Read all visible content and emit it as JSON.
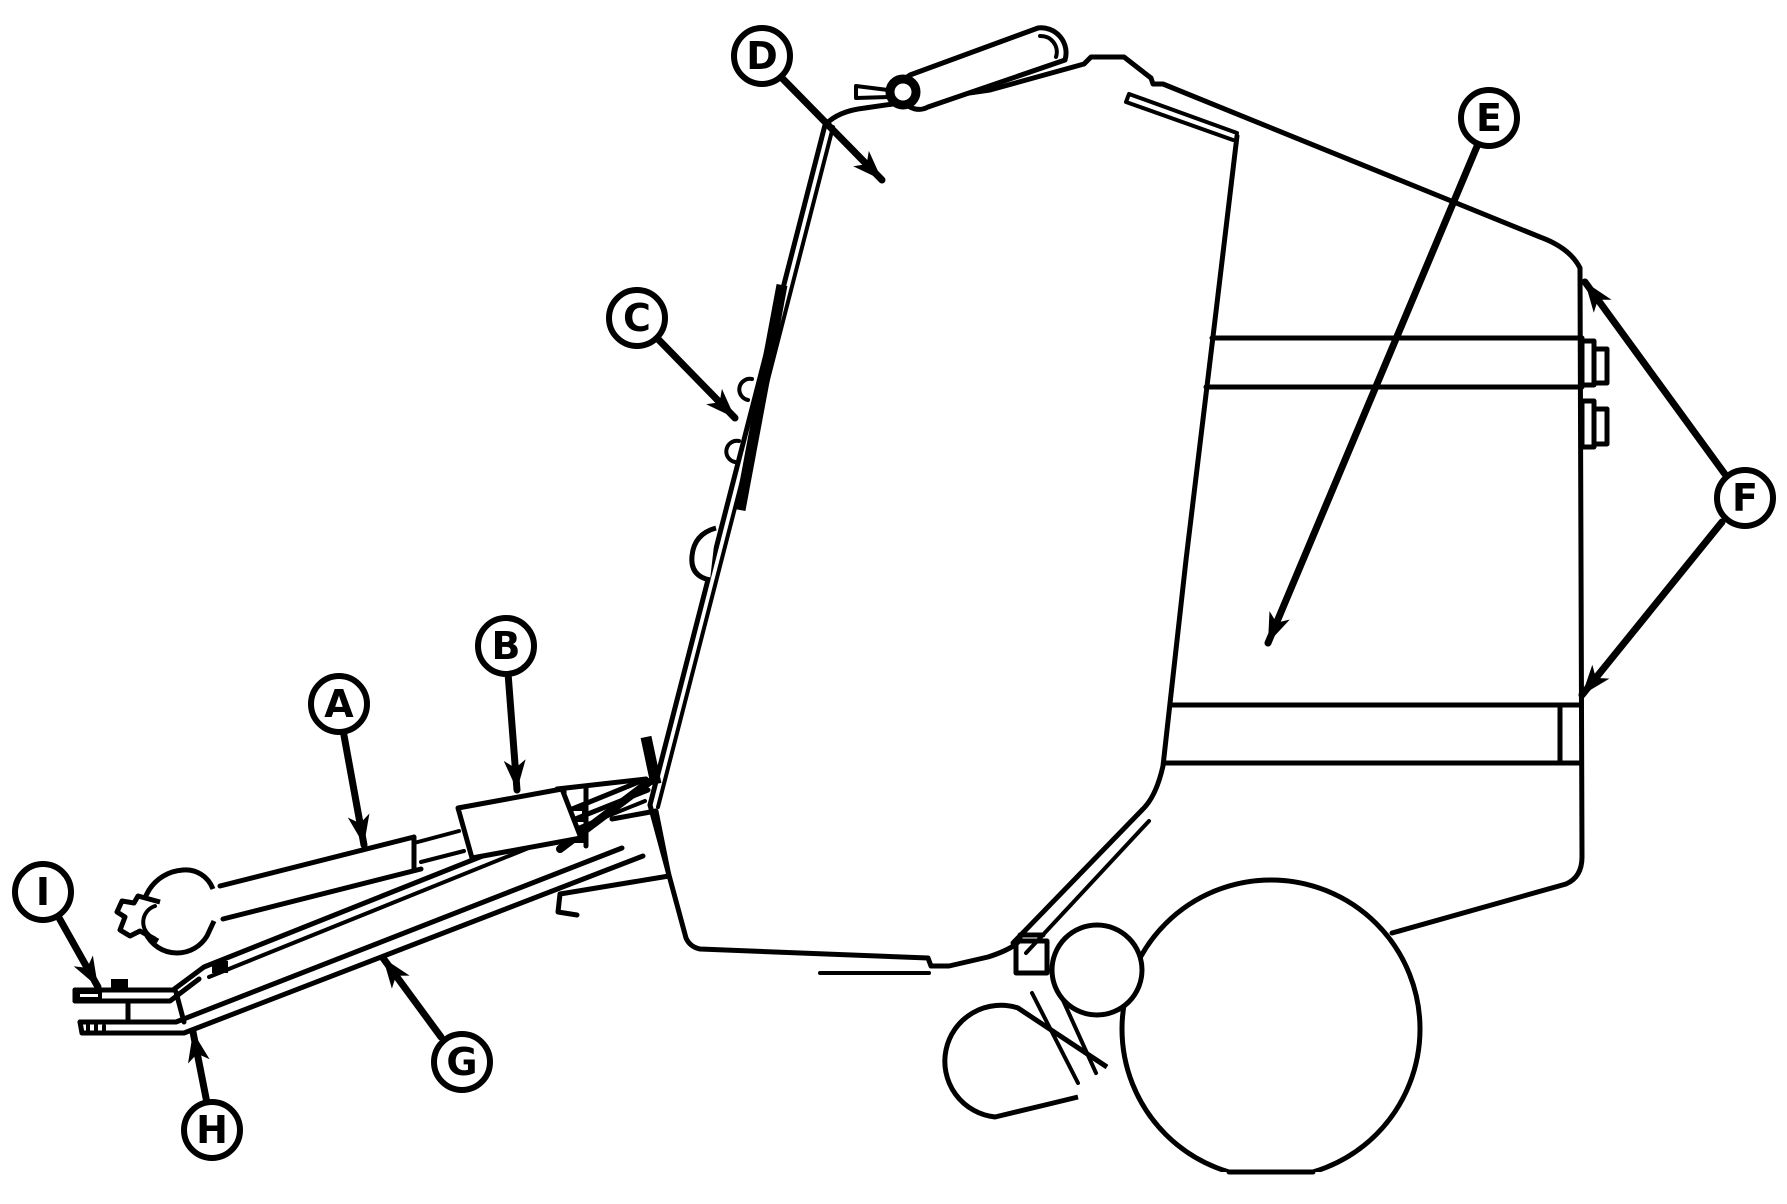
{
  "diagram": {
    "description": "Side-view line diagram of a round baler implement with lettered callouts",
    "background_color": "#ffffff",
    "line_color": "#000000",
    "callouts": [
      {
        "label": "A"
      },
      {
        "label": "B"
      },
      {
        "label": "C"
      },
      {
        "label": "D"
      },
      {
        "label": "E"
      },
      {
        "label": "F"
      },
      {
        "label": "G"
      },
      {
        "label": "H"
      },
      {
        "label": "I"
      }
    ]
  }
}
